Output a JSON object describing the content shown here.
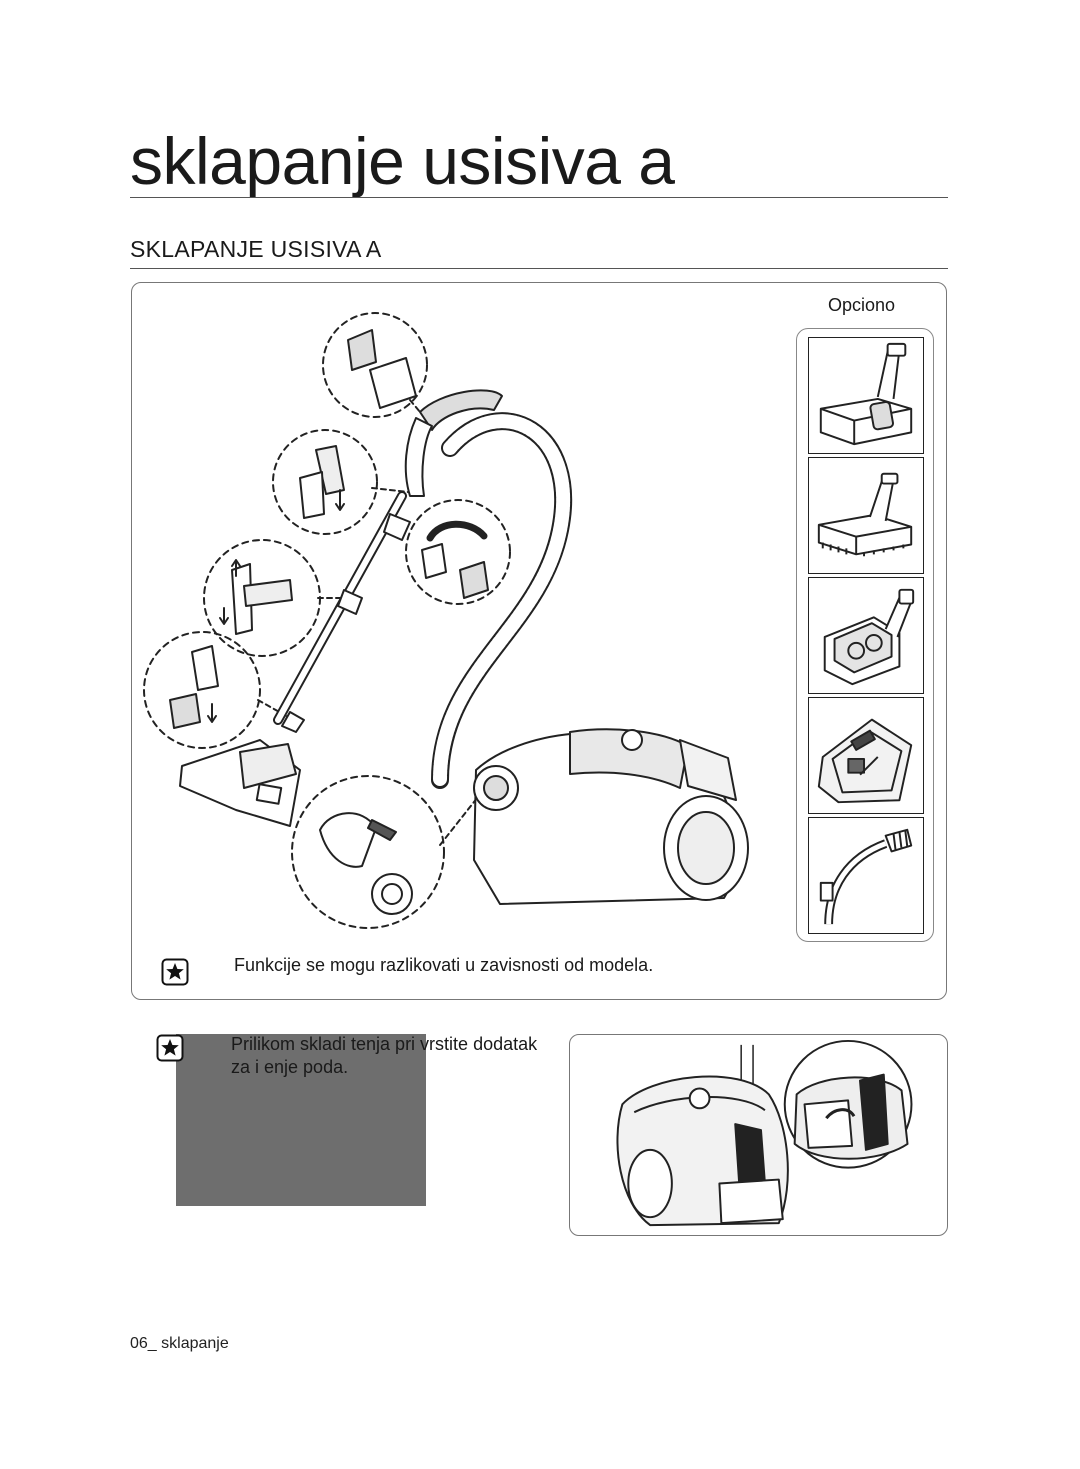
{
  "page": {
    "title": "sklapanje usisiva a",
    "section_heading": "SKLAPANJE USISIVA A"
  },
  "main_panel": {
    "optional_label": "Opciono",
    "note": "Funkcije se mogu razlikovati u zavisnosti od modela."
  },
  "storage_note": {
    "line1": "Prilikom skladi tenja pri vrstite dodatak",
    "line2": "za  i  enje poda."
  },
  "footer": {
    "page_label": "06_ sklapanje"
  },
  "icons": {
    "note": "star-note-icon"
  },
  "colors": {
    "line": "#222222",
    "block": "#6e6e6e"
  }
}
